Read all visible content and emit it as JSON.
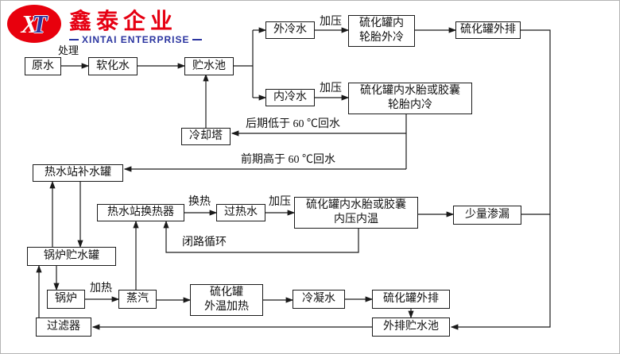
{
  "header": {
    "logo_x": "X",
    "logo_t": "T",
    "company_cn": "鑫泰企业",
    "company_en": "XINTAI ENTERPRISE"
  },
  "colors": {
    "brand_red": "#e60012",
    "brand_blue": "#2b35a0",
    "diagram_line": "#1a1a1a"
  },
  "nodes": {
    "raw_water": "原水",
    "softened_water": "软化水",
    "storage_pool": "贮水池",
    "outer_cooling_water": "外冷水",
    "tire_outer_cooling": "硫化罐内\n轮胎外冷",
    "discharge_top": "硫化罐外排",
    "inner_cooling_water": "内冷水",
    "tire_inner_cooling": "硫化罐内水胎或胶囊\n轮胎内冷",
    "cooling_tower": "冷却塔",
    "hot_water_makeup_tank": "热水站补水罐",
    "heat_exchanger": "热水站换热器",
    "superheated_water": "过热水",
    "inner_pressure_temp": "硫化罐内水胎或胶囊\n内压内温",
    "slight_leakage": "少量渗漏",
    "boiler_storage_tank": "锅炉贮水罐",
    "boiler": "锅炉",
    "steam": "蒸汽",
    "external_heating": "硫化罐\n外温加热",
    "condensate": "冷凝水",
    "discharge_bottom": "硫化罐外排",
    "filter": "过滤器",
    "discharge_storage_pool": "外排贮水池"
  },
  "edge_labels": {
    "treatment": "处理",
    "pressurize_outer": "加压",
    "pressurize_inner": "加压",
    "late_return": "后期低于 60 ℃回水",
    "early_return": "前期高于 60 ℃回水",
    "heat_exchange": "换热",
    "pressurize_superheated": "加压",
    "closed_loop": "闭路循环",
    "heating": "加热"
  }
}
